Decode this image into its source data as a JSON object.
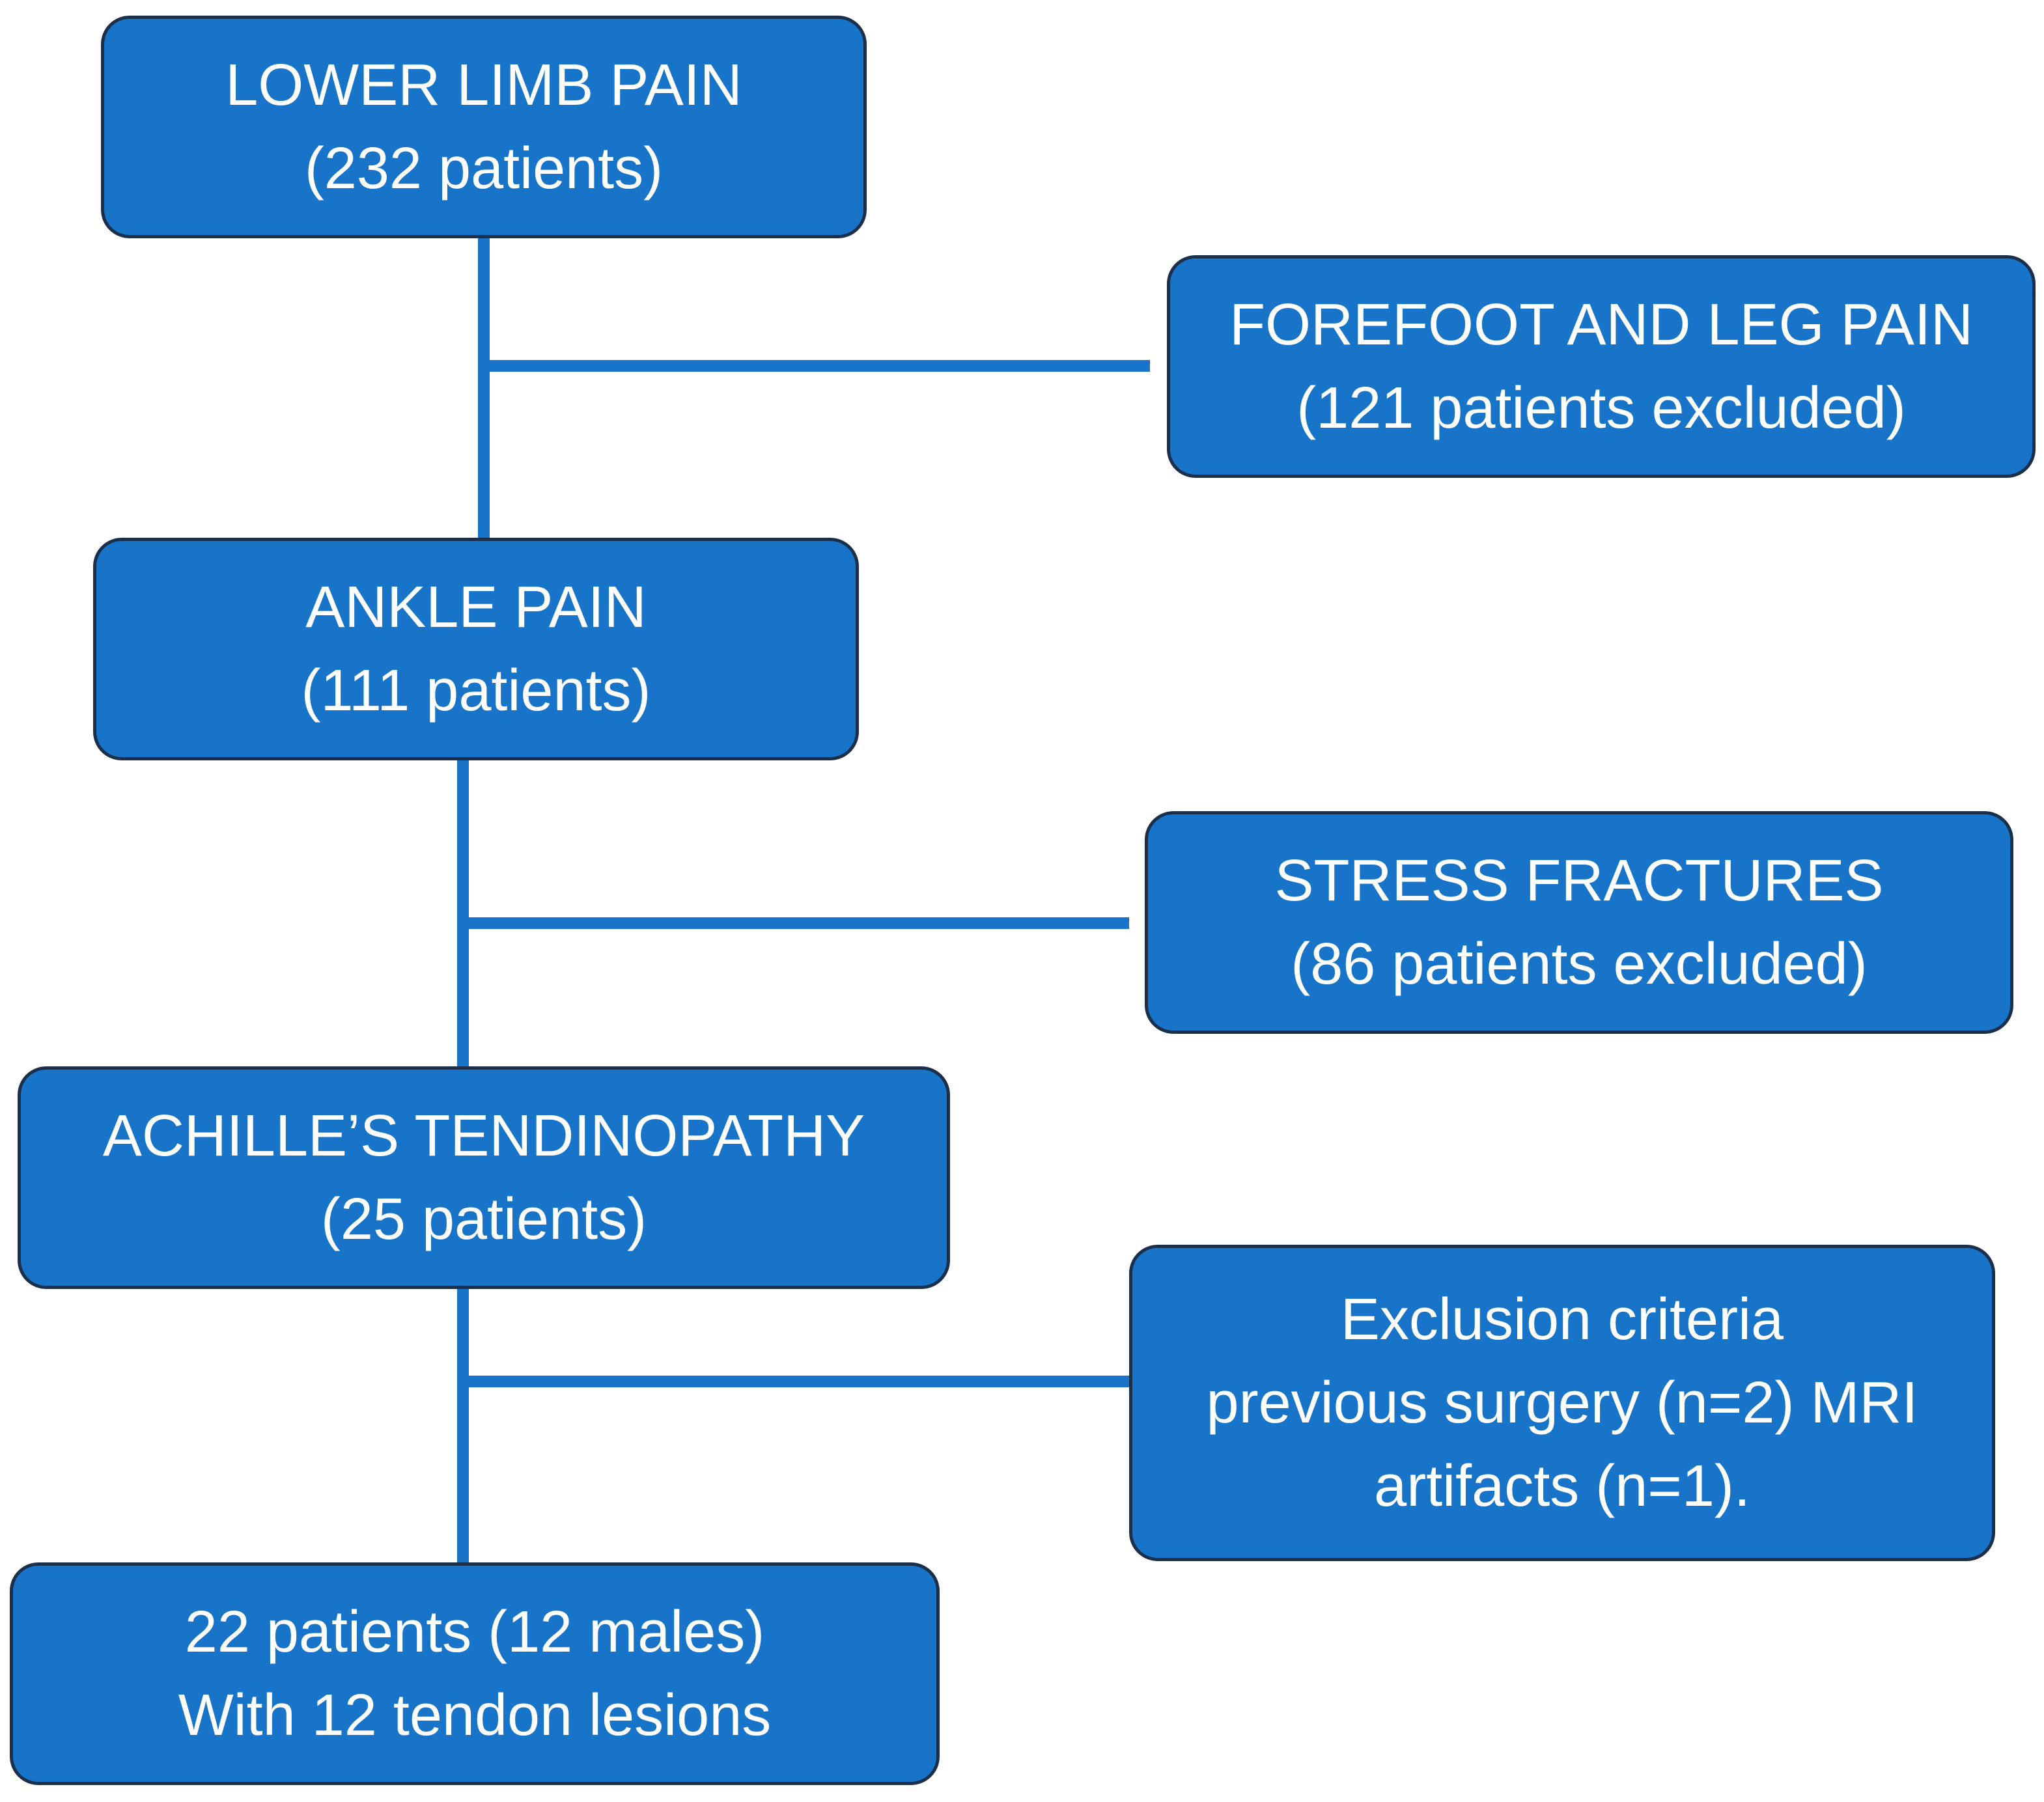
{
  "colors": {
    "box_fill": "#1874c8",
    "box_border": "#1b2f4a",
    "connector": "#1874c8",
    "text": "#ffffff"
  },
  "nodes": {
    "lower_limb": {
      "line1": "LOWER LIMB PAIN",
      "line2": "(232 patients)"
    },
    "forefoot": {
      "line1": "FOREFOOT AND LEG PAIN",
      "line2": "(121 patients excluded)"
    },
    "ankle": {
      "line1": "ANKLE PAIN",
      "line2": "(111 patients)"
    },
    "stress": {
      "line1": "STRESS FRACTURES",
      "line2": "(86 patients excluded)"
    },
    "achilles": {
      "line1": "ACHILLE’S TENDINOPATHY",
      "line2": "(25 patients)"
    },
    "exclusion": {
      "line1": "Exclusion criteria",
      "line2": "previous surgery (n=2) MRI",
      "line3": "artifacts (n=1)."
    },
    "final": {
      "line1": "22 patients (12 males)",
      "line2": "With 12 tendon lesions"
    }
  }
}
